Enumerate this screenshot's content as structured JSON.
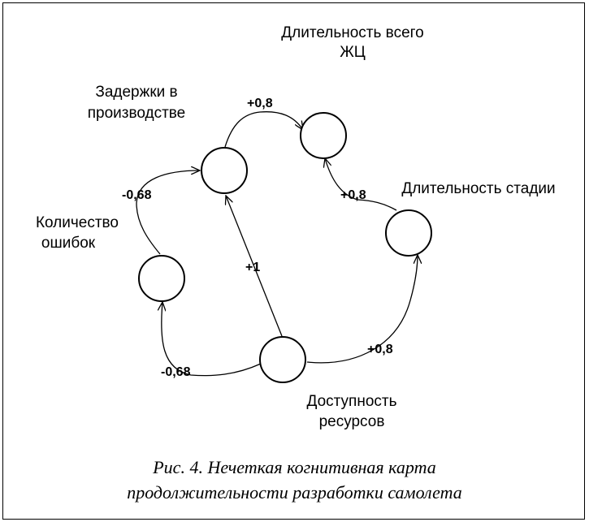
{
  "nodes": {
    "total_duration": {
      "label_lines": [
        "Длительность всего",
        "ЖЦ"
      ]
    },
    "production_delays": {
      "label_lines": [
        "Задержки в",
        "производстве"
      ]
    },
    "stage_duration": {
      "label_lines": [
        "Длительность стадии"
      ]
    },
    "error_count": {
      "label_lines": [
        "Количество",
        "ошибок"
      ]
    },
    "resource_availability": {
      "label_lines": [
        "Доступность",
        "ресурсов"
      ]
    }
  },
  "edges": {
    "delays_to_total": "+0,8",
    "stage_to_total": "+0,8",
    "errors_to_delays": "-0,68",
    "resources_to_delays": "+1",
    "resources_to_errors": "-0,68",
    "resources_to_stage": "+0,8"
  },
  "caption": {
    "line1": "Рис. 4. Нечеткая когнитивная карта",
    "line2": "продолжительности разработки самолета"
  }
}
